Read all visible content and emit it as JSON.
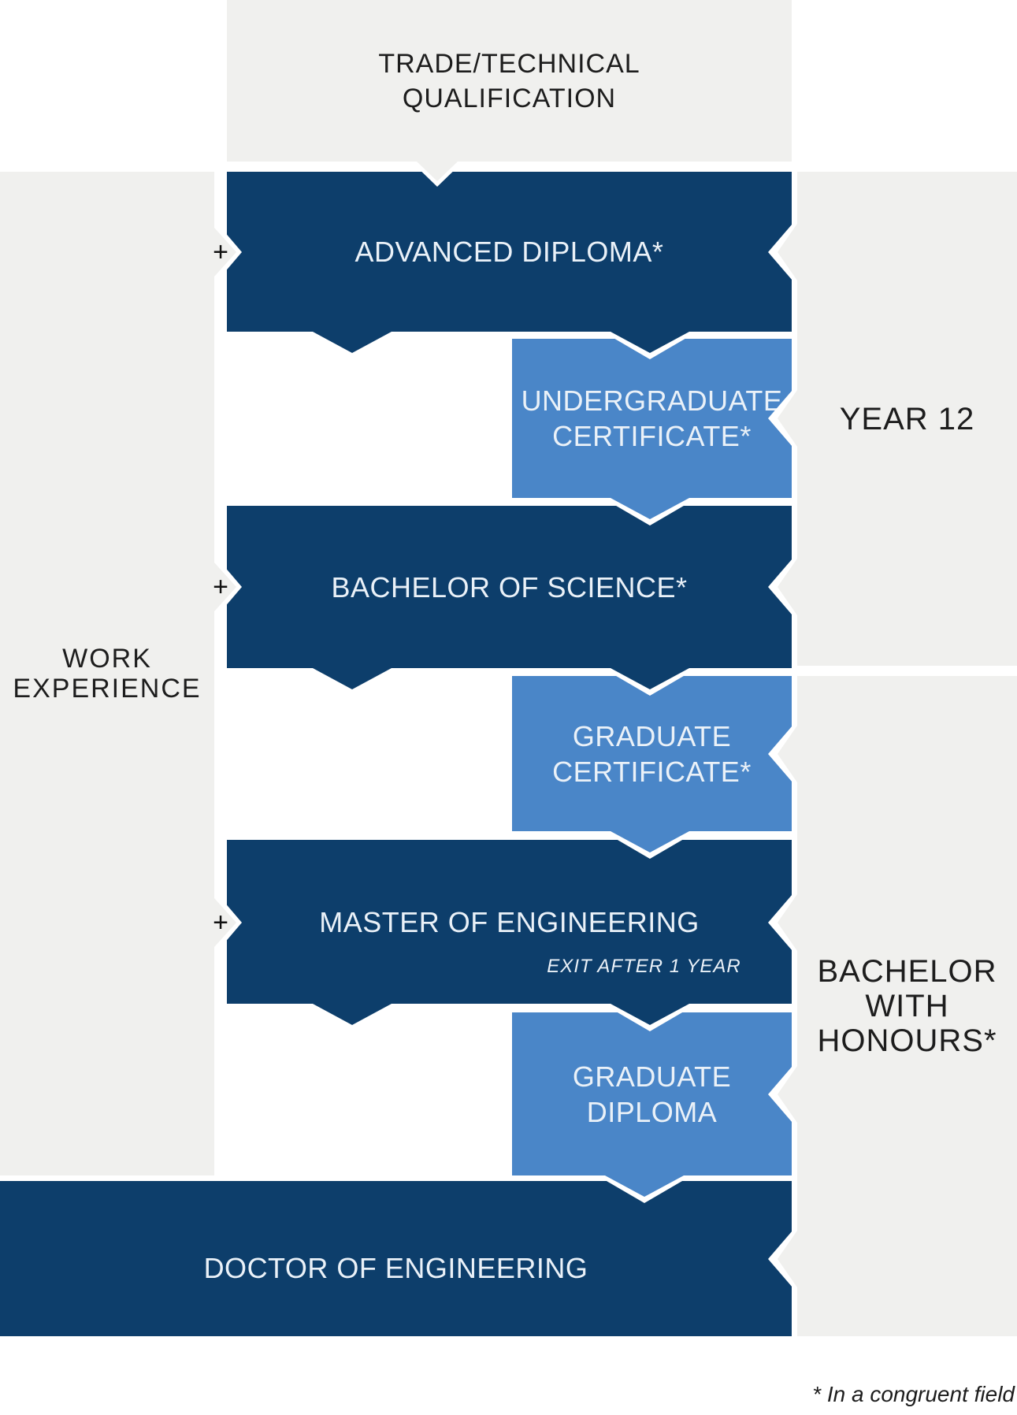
{
  "boxes": {
    "trade": {
      "lines": [
        "TRADE/TECHNICAL",
        "QUALIFICATION"
      ]
    },
    "advanced_diploma": {
      "label": "ADVANCED DIPLOMA*"
    },
    "undergraduate_certificate": {
      "lines": [
        "UNDERGRADUATE",
        "CERTIFICATE*"
      ]
    },
    "bachelor_science": {
      "label": "BACHELOR OF SCIENCE*"
    },
    "graduate_certificate": {
      "lines": [
        "GRADUATE",
        "CERTIFICATE*"
      ]
    },
    "master_engineering": {
      "label": "MASTER OF ENGINEERING",
      "note": "EXIT AFTER 1 YEAR"
    },
    "graduate_diploma": {
      "lines": [
        "GRADUATE",
        "DIPLOMA"
      ]
    },
    "doctor_engineering": {
      "label": "DOCTOR OF ENGINEERING"
    }
  },
  "side_labels": {
    "work_experience": {
      "lines": [
        "WORK",
        "EXPERIENCE"
      ]
    },
    "year_12": {
      "label": "YEAR 12"
    },
    "bachelor_honours": {
      "lines": [
        "BACHELOR",
        "WITH",
        "HONOURS*"
      ]
    }
  },
  "plus_sign": "+",
  "footnote": "* In a congruent field",
  "colors": {
    "dark_blue": "#0d3e6b",
    "light_blue": "#4a86c8",
    "panel_gray": "#f0f0ee",
    "box_text": "#eaf1f8",
    "label_text": "#1d1d1d"
  }
}
